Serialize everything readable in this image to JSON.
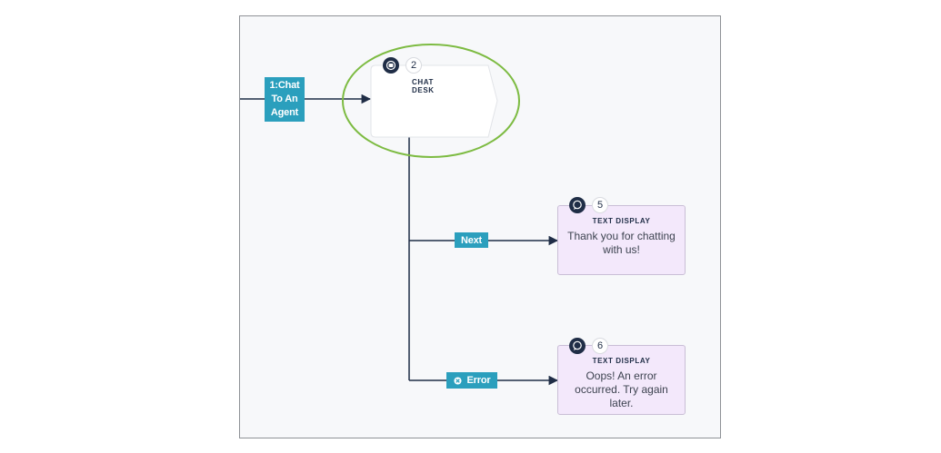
{
  "entry_tag": {
    "label": "1:Chat To An Agent"
  },
  "chat_desk": {
    "number": "2",
    "type_label": "CHAT DESK",
    "icon": "chat-desk-icon"
  },
  "branch_tags": {
    "next": "Next",
    "error": "Error",
    "error_icon": "x-circle-icon"
  },
  "text_nodes": [
    {
      "number": "5",
      "type_label": "TEXT DISPLAY",
      "message": "Thank you for chatting with us!",
      "icon": "speech-bubble-icon"
    },
    {
      "number": "6",
      "type_label": "TEXT DISPLAY",
      "message": "Oops! An error occurred. Try again later.",
      "icon": "speech-bubble-icon"
    }
  ],
  "colors": {
    "tag": "#2b9fbd",
    "wire": "#1f2d46",
    "highlight": "#7dbb42",
    "text_node_bg": "#f3e8fb",
    "canvas_bg": "#f7f8fa"
  }
}
